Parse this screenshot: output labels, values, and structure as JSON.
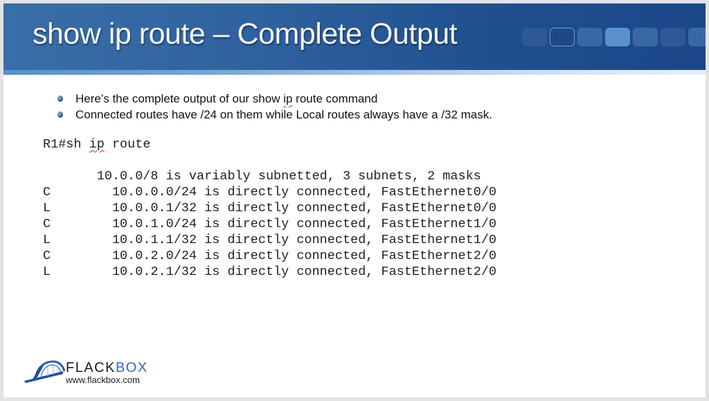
{
  "slide": {
    "title": "show ip route – Complete Output",
    "nav_tiles": [
      "dim",
      "outline",
      "mid",
      "bright",
      "mid",
      "dim",
      "mid"
    ],
    "bullets": [
      {
        "before": "Here’s the complete output of our show ",
        "flagged": "ip",
        "after": " route command"
      },
      {
        "before": "Connected routes have /24 on them while Local routes always have a /32 mask.",
        "flagged": "",
        "after": ""
      }
    ],
    "cli": {
      "prompt_before": "R1#sh ",
      "prompt_flagged": "ip",
      "prompt_after": " route",
      "summary": "       10.0.0/8 is variably subnetted, 3 subnets, 2 masks",
      "routes": [
        {
          "code": "C",
          "text": "10.0.0.0/24 is directly connected, FastEthernet0/0"
        },
        {
          "code": "L",
          "text": "10.0.0.1/32 is directly connected, FastEthernet0/0"
        },
        {
          "code": "C",
          "text": "10.0.1.0/24 is directly connected, FastEthernet1/0"
        },
        {
          "code": "L",
          "text": "10.0.1.1/32 is directly connected, FastEthernet1/0"
        },
        {
          "code": "C",
          "text": "10.0.2.0/24 is directly connected, FastEthernet2/0"
        },
        {
          "code": "L",
          "text": "10.0.2.1/32 is directly connected, FastEthernet2/0"
        }
      ]
    },
    "logo": {
      "name_part1": "Flack",
      "name_part2": "box",
      "url": "www.flackbox.com"
    }
  },
  "colors": {
    "header_blue": "#1f4f8e",
    "tile_bright": "#5891cb",
    "logo_blue": "#2a6bc4"
  }
}
